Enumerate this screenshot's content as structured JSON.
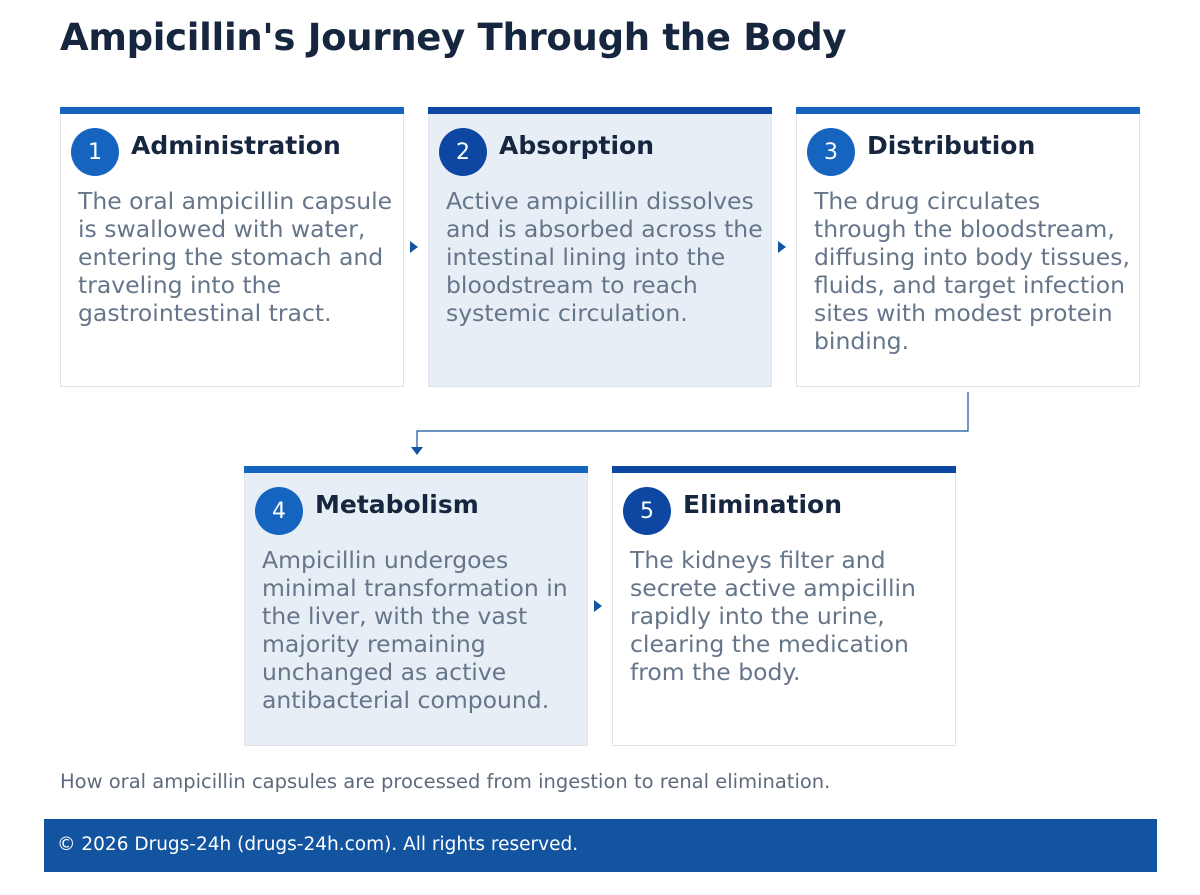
{
  "title": "Ampicillin's Journey Through the Body",
  "steps": [
    {
      "number": "1",
      "title": "Administration",
      "description": "The oral ampicillin capsule is swallowed with water, entering the stomach and traveling into the gastrointestinal tract."
    },
    {
      "number": "2",
      "title": "Absorption",
      "description": "Active ampicillin dissolves and is absorbed across the intestinal lining into the bloodstream to reach systemic circulation."
    },
    {
      "number": "3",
      "title": "Distribution",
      "description": "The drug circulates through the bloodstream, diffusing into body tissues, fluids, and target infection sites with modest protein binding."
    },
    {
      "number": "4",
      "title": "Metabolism",
      "description": "Ampicillin undergoes minimal transformation in the liver, with the vast majority remaining unchanged as active antibacterial compound."
    },
    {
      "number": "5",
      "title": "Elimination",
      "description": "The kidneys filter and secrete active ampicillin rapidly into the urine, clearing the medication from the body."
    }
  ],
  "caption": "How oral ampicillin capsules are processed from ingestion to renal elimination.",
  "footer": {
    "text": "© 2026 Drugs-24h (drugs-24h.com). All rights reserved."
  },
  "colors": {
    "accent": "#1565c0",
    "accent_dark": "#0d47a1",
    "footer_bg": "#1254a0",
    "tint": "#e8eef6"
  }
}
